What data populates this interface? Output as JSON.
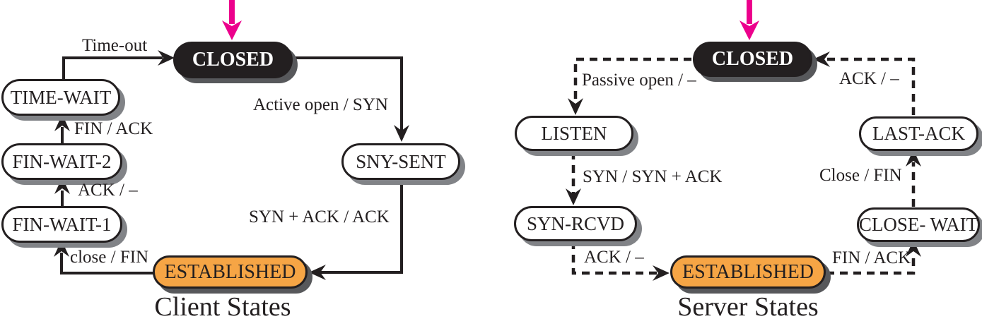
{
  "colors": {
    "ink": "#231f20",
    "state_default_fill": "#ffffff",
    "closed_fill": "#231f20",
    "closed_text": "#ffffff",
    "established_fill": "#f6a545",
    "shadow": "#818387",
    "entry_arrow": "#ec008c"
  },
  "client": {
    "title": "Client States",
    "states": {
      "closed": "CLOSED",
      "time_wait": "TIME-WAIT",
      "fin_wait_2": "FIN-WAIT-2",
      "fin_wait_1": "FIN-WAIT-1",
      "sny_sent": "SNY-SENT",
      "established": "ESTABLISHED"
    },
    "labels": {
      "time_out": "Time-out",
      "active_open": "Active open / SYN",
      "syn_ack_ack": "SYN + ACK / ACK",
      "close_fin": "close / FIN",
      "ack_dash": "ACK / –",
      "fin_ack": "FIN / ACK"
    }
  },
  "server": {
    "title": "Server States",
    "states": {
      "closed": "CLOSED",
      "listen": "LISTEN",
      "syn_rcvd": "SYN-RCVD",
      "established": "ESTABLISHED",
      "close_wait": "CLOSE- WAIT",
      "last_ack": "LAST-ACK"
    },
    "labels": {
      "passive_open": "Passive open / –",
      "syn_synack": "SYN / SYN + ACK",
      "ack_dash_bottom": "ACK / –",
      "fin_ack": "FIN / ACK",
      "close_fin": "Close / FIN",
      "ack_dash_top": "ACK / –"
    }
  }
}
